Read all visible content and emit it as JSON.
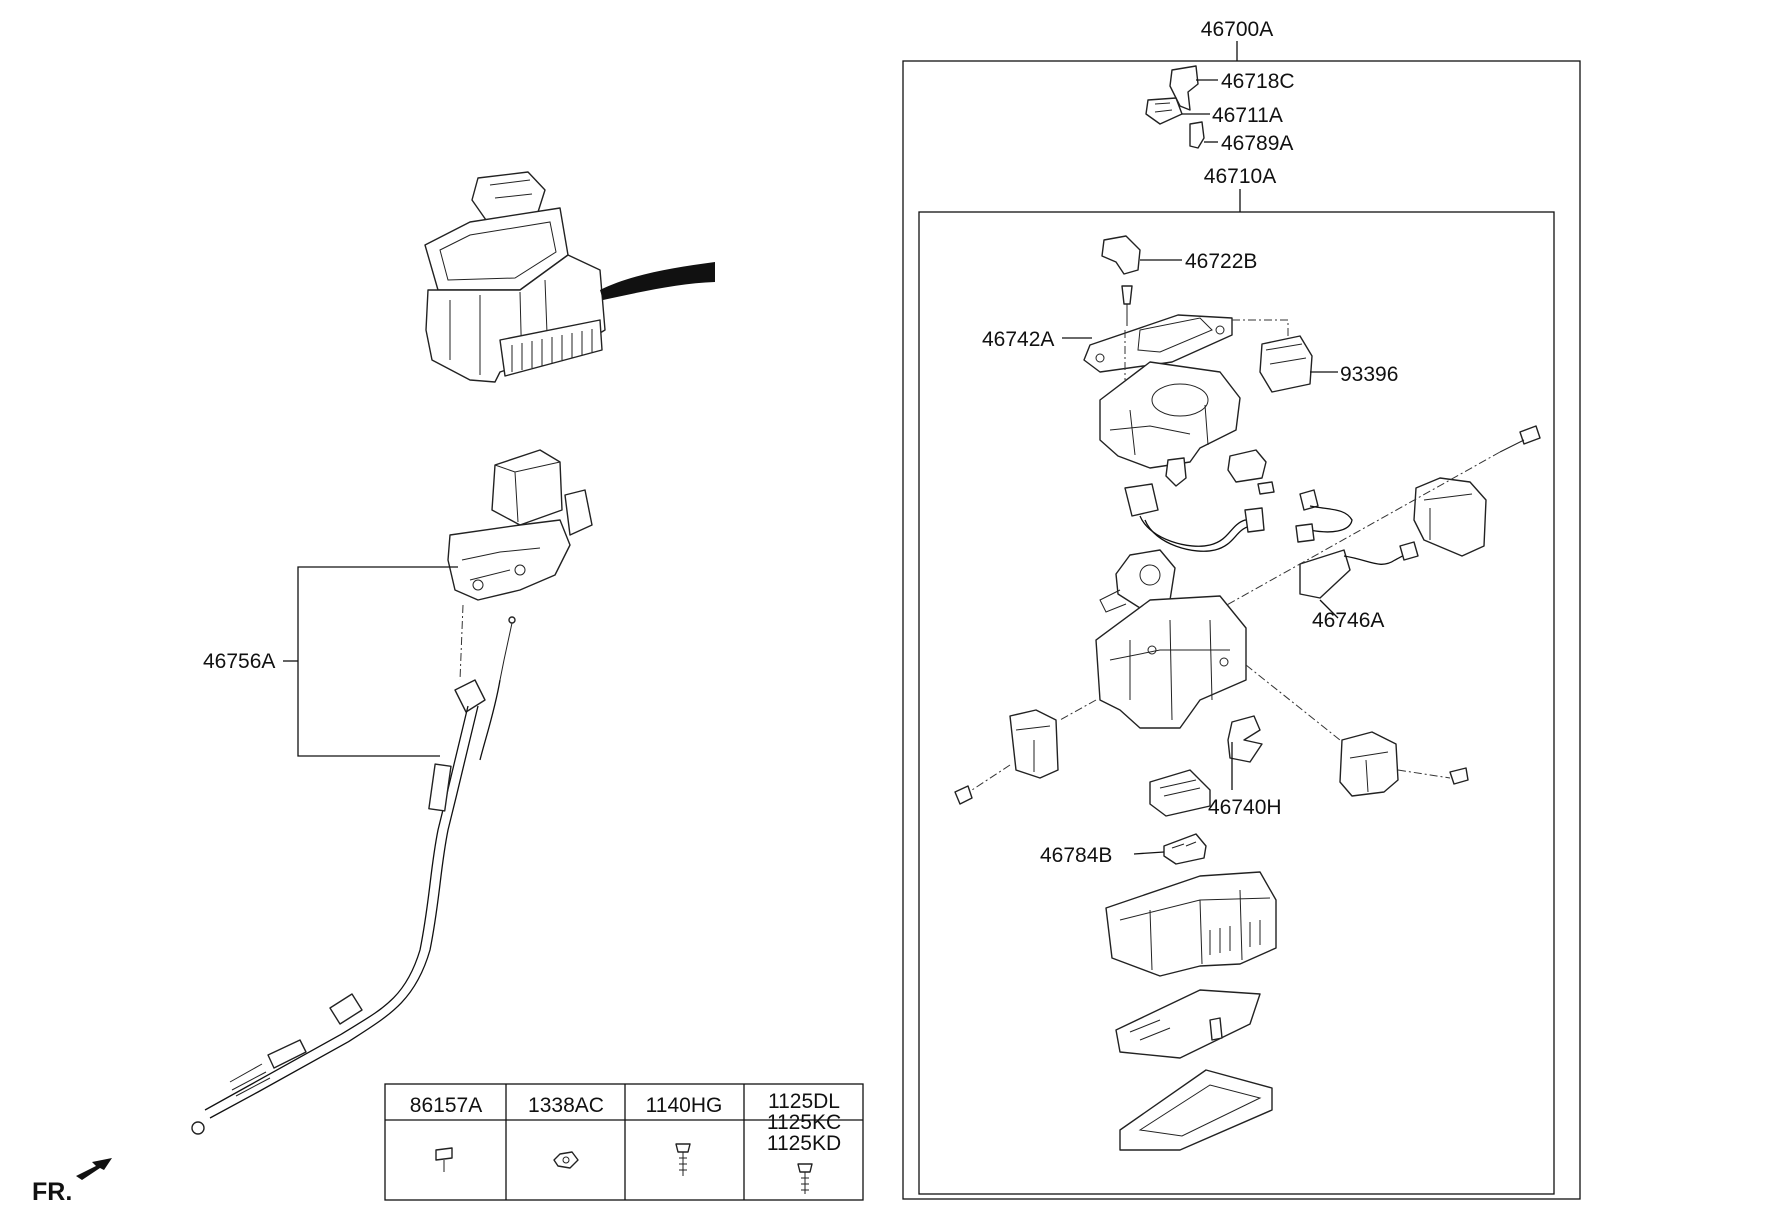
{
  "assembly_labels": {
    "main_assembly": "46700A",
    "cover": "46718C",
    "switch": "46711A",
    "clip": "46789A",
    "lever_assembly": "46710A",
    "knob": "46722B",
    "indicator": "46742A",
    "switch_block": "93396",
    "harness": "46746A",
    "bracket": "46740H",
    "key": "46784B",
    "cable": "46756A"
  },
  "parts_table": {
    "columns": [
      {
        "code": "86157A",
        "icon": "clip-icon"
      },
      {
        "code": "1338AC",
        "icon": "nut-icon"
      },
      {
        "code": "1140HG",
        "icon": "screw-icon"
      },
      {
        "code": "1125DL\n1125KC\n1125KD",
        "codes": [
          "1125DL",
          "1125KC",
          "1125KD"
        ],
        "icon": "bolt-icon"
      }
    ]
  },
  "front_indicator": "FR."
}
